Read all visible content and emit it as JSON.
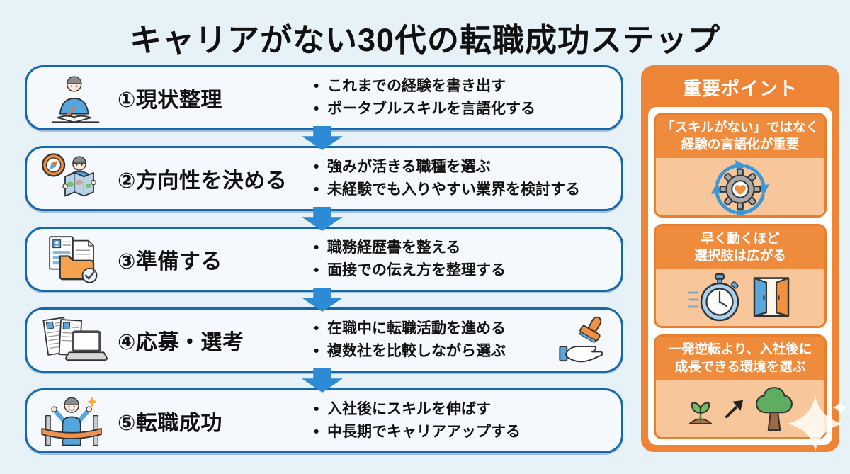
{
  "page": {
    "title": "キャリアがない30代の転職成功ステップ"
  },
  "steps": [
    {
      "label": "①現状整理",
      "icon": "person-writing",
      "bullets": [
        "これまでの経験を書き出す",
        "ポータブルスキルを言語化する"
      ]
    },
    {
      "label": "②方向性を決める",
      "icon": "compass-map",
      "bullets": [
        "強みが活きる職種を選ぶ",
        "未経験でも入りやすい業界を検討する"
      ]
    },
    {
      "label": "③準備する",
      "icon": "documents-folder",
      "bullets": [
        "職務経歴書を整える",
        "面接での伝え方を整理する"
      ]
    },
    {
      "label": "④応募・選考",
      "icon": "resume-laptop",
      "extra_icon": "approval-stamp-hand",
      "bullets": [
        "在職中に転職活動を進める",
        "複数社を比較しながら選ぶ"
      ]
    },
    {
      "label": "⑤転職成功",
      "icon": "finish-line",
      "bullets": [
        "入社後にスキルを伸ばす",
        "中長期でキャリアアップする"
      ]
    }
  ],
  "sidebar": {
    "title": "重要ポイント",
    "cards": [
      {
        "line1": "「スキルがない」ではなく",
        "line2": "経験の言語化が重要",
        "icons": [
          "gear-heart-cycle"
        ]
      },
      {
        "line1": "早く動くほど",
        "line2": "選択肢は広がる",
        "icons": [
          "stopwatch",
          "open-door"
        ]
      },
      {
        "line1": "一発逆転より、入社後に",
        "line2": "成長できる環境を選ぶ",
        "icons": [
          "sprout",
          "growth-arrow",
          "tree"
        ]
      }
    ],
    "decoration": "sparkle"
  },
  "colors": {
    "page_bg": "#E7F1F8",
    "step_border": "#1568AE",
    "step_bg": "#F5F8FC",
    "arrow_blue": "#2D8BD6",
    "panel_orange": "#EE8435",
    "card_header_orange": "#EF8B3D",
    "card_body_orange": "#F7C79B",
    "text_dark": "#111111",
    "text_white": "#FFFFFF"
  }
}
